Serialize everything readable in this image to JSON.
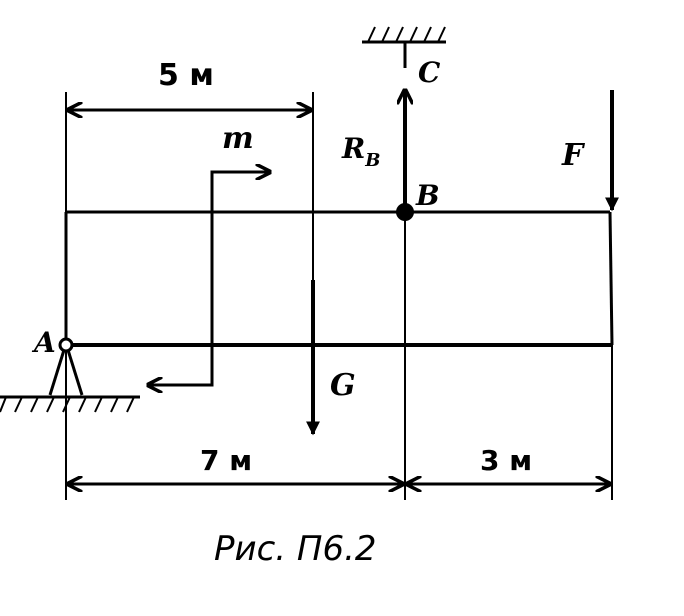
{
  "labels": {
    "A": "A",
    "B": "B",
    "C": "C",
    "F": "F",
    "G": "G",
    "m": "m",
    "R": "R",
    "R_sub": "B"
  },
  "dimensions": {
    "top": "5 м",
    "bottom_left": "7 м",
    "bottom_right": "3 м"
  },
  "caption": "Рис. П6.2",
  "colors": {
    "ink": "#000000",
    "background": "#ffffff"
  }
}
